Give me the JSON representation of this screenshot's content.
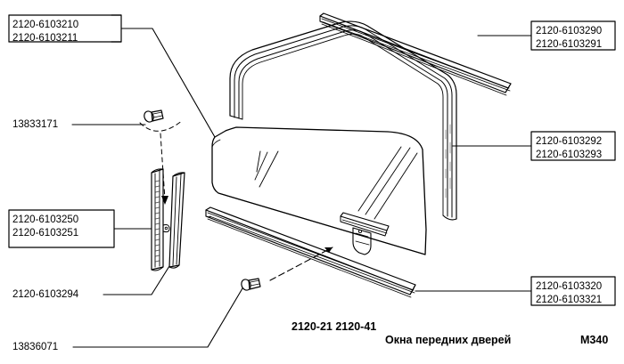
{
  "diagram": {
    "type": "automotive-parts-exploded-view",
    "subject": "Front door windows assembly",
    "line_color": "#000000",
    "background_color": "#ffffff"
  },
  "callouts": [
    {
      "id": "glass-upper-left",
      "name": "door-glass",
      "lines": [
        "2120-6103210",
        "2120-6103211"
      ],
      "boxed": true
    },
    {
      "id": "screw-upper",
      "name": "guide-screw",
      "lines": [
        "13833171"
      ],
      "boxed": false
    },
    {
      "id": "guide-rail",
      "name": "window-guide-rail",
      "lines": [
        "2120-6103250",
        "2120-6103251"
      ],
      "boxed": true
    },
    {
      "id": "rail-lower",
      "name": "guide-rail-lower",
      "lines": [
        "2120-6103294"
      ],
      "boxed": false
    },
    {
      "id": "screw-lower",
      "name": "sealing-strip-screw",
      "lines": [
        "13836071"
      ],
      "boxed": false
    },
    {
      "id": "seal-upper-right",
      "name": "upper-window-seal",
      "lines": [
        "2120-6103290",
        "2120-6103291"
      ],
      "boxed": true
    },
    {
      "id": "seal-frame-right",
      "name": "window-frame-seal",
      "lines": [
        "2120-6103292",
        "2120-6103293"
      ],
      "boxed": true
    },
    {
      "id": "seal-lower-right",
      "name": "outer-belt-seal",
      "lines": [
        "2120-6103320",
        "2120-6103321"
      ],
      "boxed": true
    }
  ],
  "title_block": {
    "model_codes": [
      "2120-21",
      "2120-41"
    ],
    "section_name": "Окна передних дверей",
    "sheet_mark": "М340"
  }
}
